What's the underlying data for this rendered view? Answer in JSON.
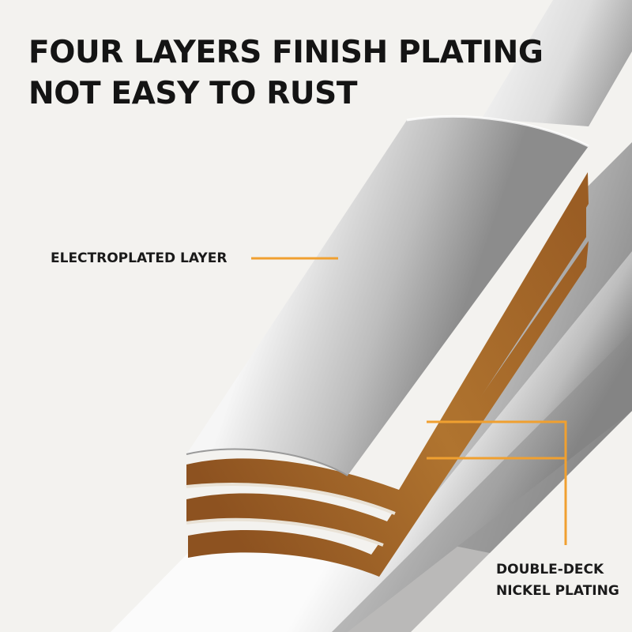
{
  "headline": {
    "line1": "FOUR LAYERS FINISH PLATING",
    "line2": "NOT EASY TO RUST"
  },
  "callouts": {
    "electroplated": "ELECTROPLATED LAYER",
    "nickel_line1": "DOUBLE-DECK",
    "nickel_line2": "NICKEL PLATING"
  },
  "colors": {
    "background": "#f3f2ef",
    "accent_line": "#f0a030",
    "copper_layer": "#a5682a",
    "steel_light": "#f4f4f4",
    "steel_dark": "#6f6f6f"
  }
}
